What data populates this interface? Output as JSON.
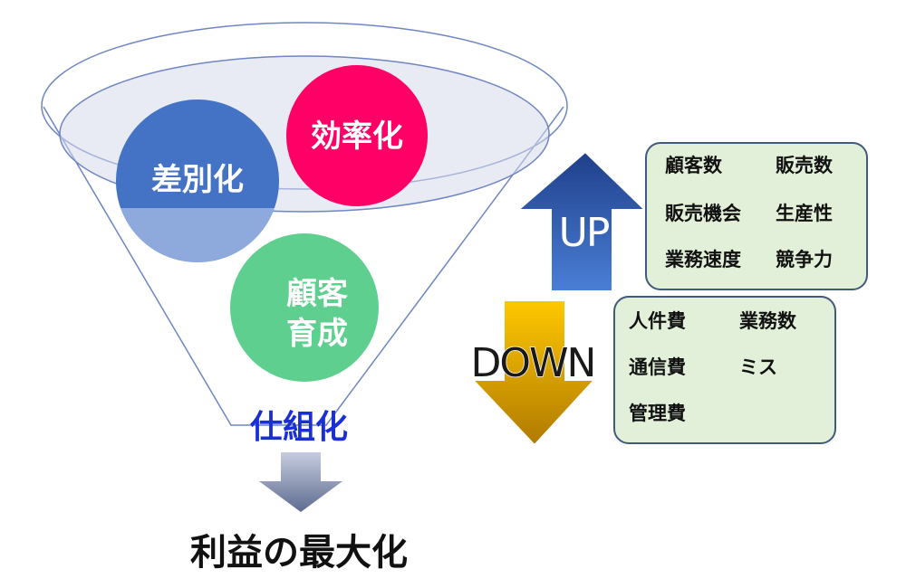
{
  "funnel": {
    "circles": [
      {
        "lines": [
          "差別化"
        ],
        "color": "#4472c4"
      },
      {
        "lines": [
          "効率化"
        ],
        "color": "#ff0066"
      },
      {
        "lines": [
          "顧客",
          "育成"
        ],
        "color": "#5fcf8f"
      }
    ],
    "label": "仕組化"
  },
  "result": {
    "label": "利益の最大化"
  },
  "up": {
    "label": "UP",
    "color": "#2f5fb7",
    "items": [
      "顧客数",
      "販売数",
      "販売機会",
      "生産性",
      "業務速度",
      "競争力"
    ]
  },
  "down": {
    "label": "DOWN",
    "color": "#e0a800",
    "items": [
      "人件費",
      "業務数",
      "通信費",
      "ミス",
      "管理費"
    ]
  }
}
